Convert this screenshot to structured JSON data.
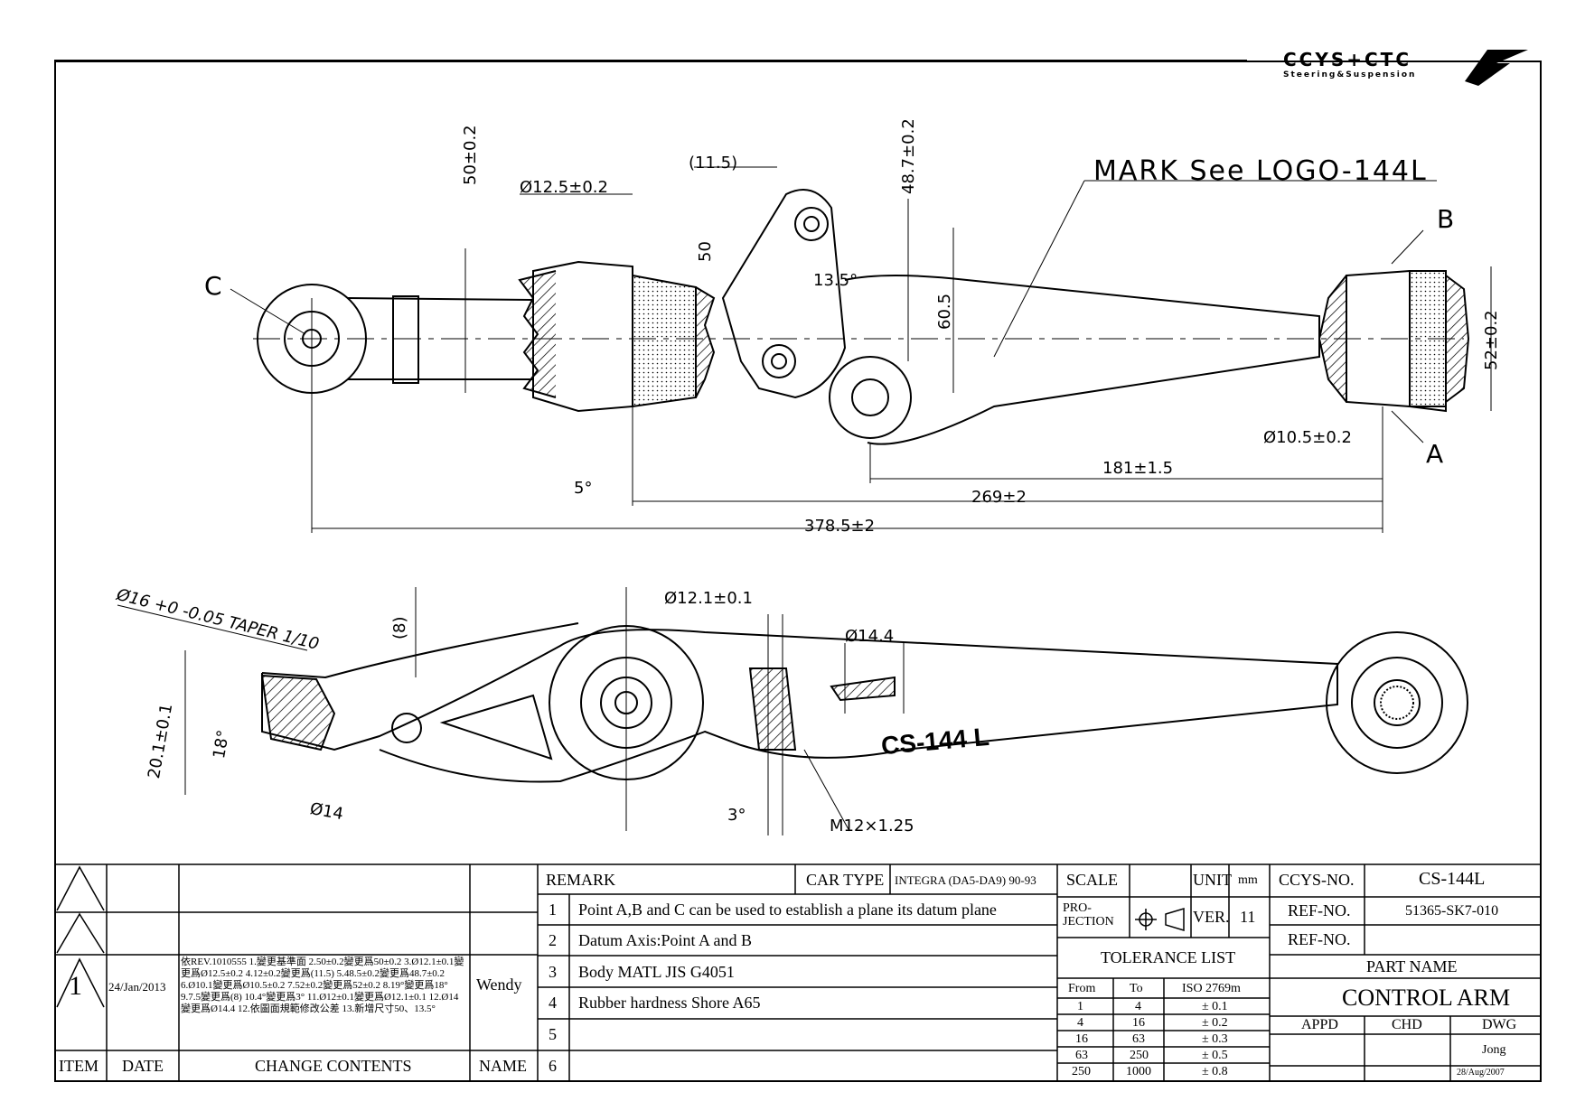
{
  "logo": {
    "brand": "CCYS+CTC",
    "subtitle": "Steering&Suspension"
  },
  "drawing": {
    "mark_note": "MARK See LOGO-144L",
    "point_labels": [
      "A",
      "B",
      "C"
    ],
    "part_marking": "CS-144 L",
    "top_view_dims": [
      "(11.5)",
      "Ø12.5±0.2",
      "50±0.2",
      "50",
      "13.5°",
      "48.7±0.2",
      "60.5",
      "52±0.2",
      "Ø10.5±0.2",
      "181±1.5",
      "269±2",
      "378.5±2",
      "5°"
    ],
    "side_view_dims": [
      "Ø16 +0 -0.05 TAPER 1/10",
      "(8)",
      "Ø12.1±0.1",
      "Ø14.4",
      "20.1±0.1",
      "18°",
      "Ø14",
      "3°",
      "M12×1.25"
    ],
    "rev_marker": "1"
  },
  "title_block": {
    "remark_header": "REMARK",
    "car_type_label": "CAR TYPE",
    "car_type_value": "INTEGRA (DA5-DA9) 90-93",
    "remarks": [
      {
        "no": "1",
        "text": "Point A,B and C can be used to establish a plane its datum plane"
      },
      {
        "no": "2",
        "text": "Datum Axis:Point A and B"
      },
      {
        "no": "3",
        "text": "Body MATL JIS G4051"
      },
      {
        "no": "4",
        "text": "Rubber hardness Shore A65"
      },
      {
        "no": "5",
        "text": ""
      },
      {
        "no": "6",
        "text": ""
      }
    ],
    "revision": {
      "item": "1",
      "date": "24/Jan/2013",
      "contents": "依REV.1010555 1.變更基準面 2.50±0.2變更爲50±0.2 3.Ø12.1±0.1變更爲Ø12.5±0.2 4.12±0.2變更爲(11.5) 5.48.5±0.2變更爲48.7±0.2 6.Ø10.1變更爲Ø10.5±0.2 7.52±0.2變更爲52±0.2 8.19°變更爲18° 9.7.5變更爲(8) 10.4°變更爲3° 11.Ø12±0.1變更爲Ø12.1±0.1 12.Ø14變更爲Ø14.4 12.依圖面規範修改公差 13.新增尺寸50、13.5°",
      "name": "Wendy"
    },
    "headers": {
      "item": "ITEM",
      "date": "DATE",
      "change": "CHANGE CONTENTS",
      "name": "NAME"
    },
    "scale_label": "SCALE",
    "unit_label": "UNIT",
    "unit_value": "mm",
    "projection_label": "PRO-\nJECTION",
    "ver_label": "VER.",
    "ver_value": "11",
    "tolerance_title": "TOLERANCE LIST",
    "tolerance_headers": [
      "From",
      "To",
      "ISO 2769m"
    ],
    "tolerances": [
      [
        "1",
        "4",
        "± 0.1"
      ],
      [
        "4",
        "16",
        "± 0.2"
      ],
      [
        "16",
        "63",
        "± 0.3"
      ],
      [
        "63",
        "250",
        "± 0.5"
      ],
      [
        "250",
        "1000",
        "± 0.8"
      ]
    ],
    "ccys_no_label": "CCYS-NO.",
    "ccys_no_value": "CS-144L",
    "ref_no_label": "REF-NO.",
    "ref_no_value": "51365-SK7-010",
    "ref_no2_label": "REF-NO.",
    "part_name_label": "PART NAME",
    "part_name_value": "CONTROL ARM",
    "appd_label": "APPD",
    "chd_label": "CHD",
    "dwg_label": "DWG",
    "dwg_name": "Jong",
    "dwg_date": "28/Aug/2007"
  }
}
